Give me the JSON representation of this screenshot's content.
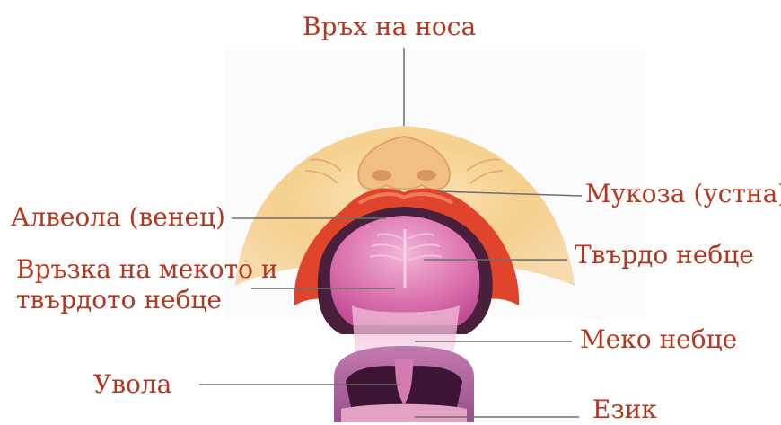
{
  "colors": {
    "label_text": "#b5361f",
    "leader_line": "#6f6f6f",
    "skin": "#f6d08d",
    "lip": "#e0452c",
    "palate": "#d763a6",
    "throat": "#53254a"
  },
  "labels": {
    "nose_tip": "Връх на носа",
    "mucosa": "Мукоза (устна)",
    "alveola": "Алвеола (венец)",
    "hard_palate": "Твърдо небце",
    "junction_line1": "Връзка на мекото и",
    "junction_line2": "твърдото небце",
    "soft_palate": "Меко небце",
    "uvula": "Увола",
    "tongue": "Език"
  }
}
